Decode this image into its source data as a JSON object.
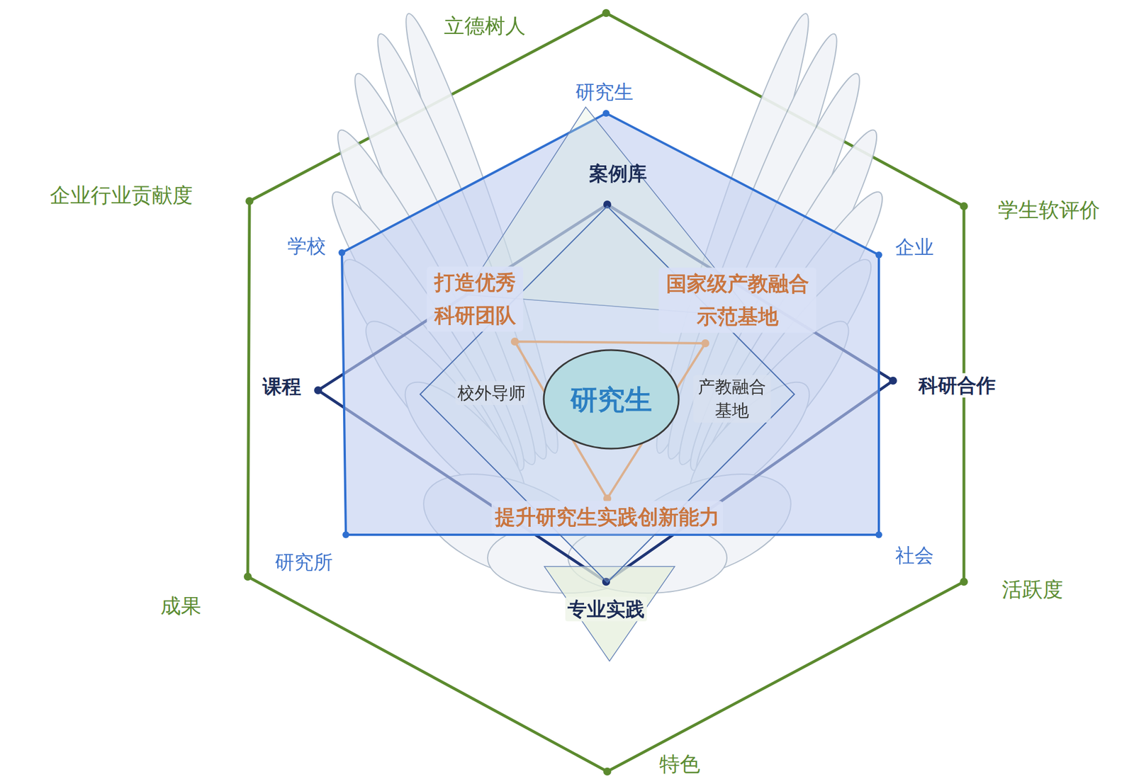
{
  "diagram": {
    "nodes": [
      {
        "text": [
          "校外导师",
          "产教融合 基地"
        ]
      },
      {
        "text": [
          "研究生"
        ],
        "in": 0
      }
    ],
    "labels": [
      "立德树人",
      "企业行业贡献度",
      "学生软评价",
      "研究生",
      "案例库",
      "学校",
      "企业",
      "打造优秀 科研团队",
      "国家级产教融合 示范基地",
      "课程",
      "科研合作",
      "提升研究生实践创新能力",
      "研究所",
      "社会",
      "活跃度",
      "成果",
      "专业实践",
      "特色"
    ]
  }
}
